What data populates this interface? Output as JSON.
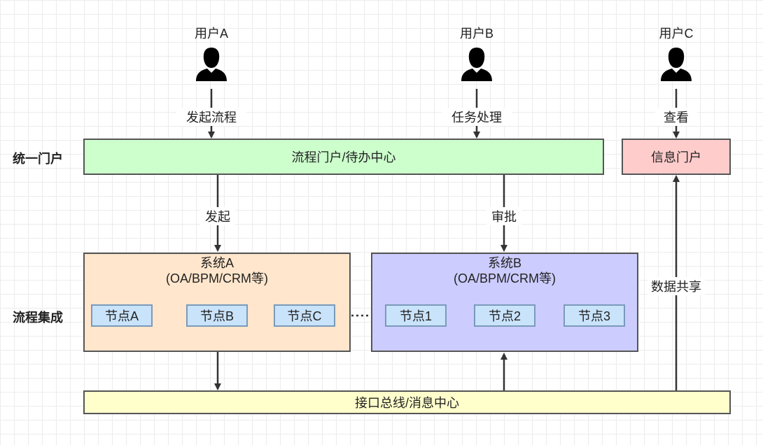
{
  "users": [
    {
      "label": "用户A",
      "action": "发起流程"
    },
    {
      "label": "用户B",
      "action": "任务处理"
    },
    {
      "label": "用户C",
      "action": "查看"
    }
  ],
  "sections": {
    "portal": "统一门户",
    "process": "流程集成"
  },
  "portal_box": "流程门户/待办中心",
  "info_portal": "信息门户",
  "edges": {
    "initiate": "发起",
    "approve": "审批",
    "data_share": "数据共享"
  },
  "system_a": {
    "title": "系统A",
    "subtitle": "(OA/BPM/CRM等)",
    "nodes": [
      "节点A",
      "节点B",
      "节点C"
    ]
  },
  "system_b": {
    "title": "系统B",
    "subtitle": "(OA/BPM/CRM等)",
    "nodes": [
      "节点1",
      "节点2",
      "节点3"
    ]
  },
  "bus": "接口总线/消息中心",
  "colors": {
    "portal": "#ccffcc",
    "info_portal": "#ffcccc",
    "system_a": "#ffe6cc",
    "system_b": "#ccccff",
    "node": "#c9e3fb",
    "bus": "#ffffcc"
  }
}
